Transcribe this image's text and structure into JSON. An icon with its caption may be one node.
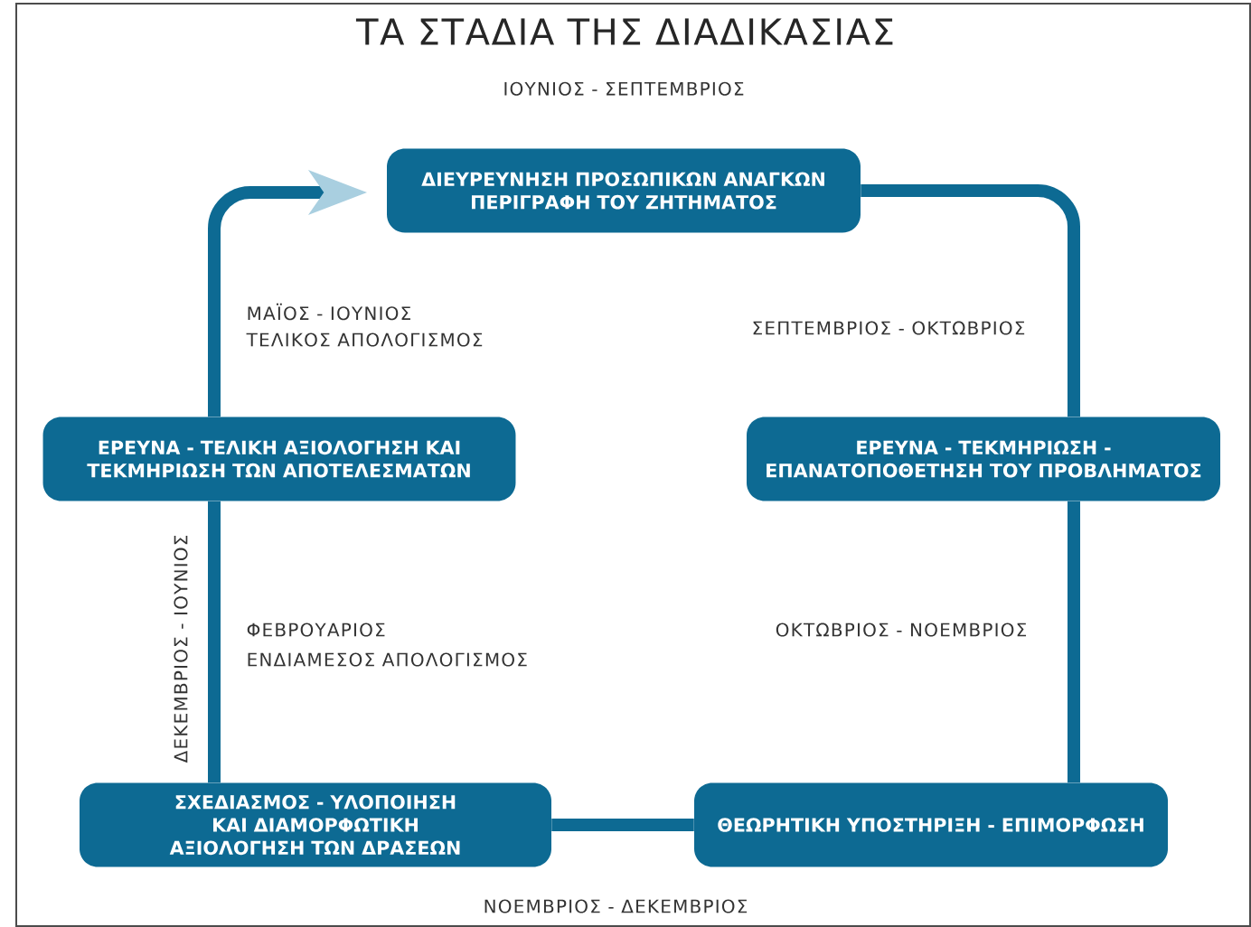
{
  "diagram": {
    "title": "ΤΑ ΣΤΑΔΙΑ ΤΗΣ ΔΙΑΔΙΚΑΣΙΑΣ",
    "nodes": [
      {
        "text": [
          "ΔΙΕΥΡΕΥΝΗΣΗ ΠΡΟΣΩΠΙΚΩΝ ΑΝΑΓΚΩΝ",
          "ΠΕΡΙΓΡΑΦΗ ΤΟΥ ΖΗΤΗΜΑΤΟΣ"
        ],
        "beside": [
          "ΙΟΥΝΙΟΣ - ΣΕΠΤΕΜΒΡΙΟΣ"
        ]
      },
      {
        "text": [
          "ΕΡΕΥΝΑ - ΤΕΚΜΗΡΙΩΣΗ - ΕΠΑΝΑΤΟΠΟΘΕΤΗΣΗ ΤΟΥ ΠΡΟΒΛΗΜΑΤΟΣ"
        ]
      },
      {
        "text": [
          "ΘΕΩΡΗΤΙΚΗ ΥΠΟΣΤΗΡΙΞΗ - ΕΠΙΜΟΡΦΩΣΗ"
        ]
      },
      {
        "text": [
          "ΣΧΕΔΙΑΣΜΟΣ - ΥΛΟΠΟΙΗΣΗ ΚΑΙ ΔΙΑΜΟΡΦΩΤΙΚΗ ΑΞΙΟΛΟΓΗΣΗ ΤΩΝ ΔΡΑΣΕΩΝ"
        ]
      },
      {
        "text": [
          "ΕΡΕΥΝΑ - ΤΕΛΙΚΗ ΑΞΙΟΛΟΓΗΣΗ ΚΑΙ ΤΕΚΜΗΡΙΩΣΗ ΤΩΝ ΑΠΟΤΕΛΕΣΜΑΤΩΝ"
        ]
      }
    ],
    "edges": [
      {
        "from": 0,
        "to": 1,
        "arrow": "none",
        "label": "ΣΕΠΤΕΜΒΡΙΟΣ - ΟΚΤΩΒΡΙΟΣ"
      },
      {
        "from": 1,
        "to": 2,
        "arrow": "none",
        "label": "ΟΚΤΩΒΡΙΟΣ - ΝΟΕΜΒΡΙΟΣ"
      },
      {
        "from": 2,
        "to": 3,
        "arrow": "none",
        "label": "ΝΟΕΜΒΡΙΟΣ - ΔΕΚΕΜΒΡΙΟΣ"
      },
      {
        "from": 3,
        "to": 4,
        "arrow": "none",
        "label": "ΔΕΚΕΜΒΡΙΟΣ - ΙΟΥΝΙΟΣ"
      },
      {
        "from": 4,
        "to": 0,
        "arrow": "to",
        "label": "ΜΑΪΟΣ - ΙΟΥΝΙΟΣ"
      }
    ],
    "labels": [
      "ΤΕΛΙΚΟΣ ΑΠΟΛΟΓΙΣΜΟΣ",
      "ΦΕΒΡΟΥΑΡΙΟΣ",
      "ΕΝΔΙΑΜΕΣΟΣ ΑΠΟΛΟΓΙΣΜΟΣ"
    ]
  }
}
